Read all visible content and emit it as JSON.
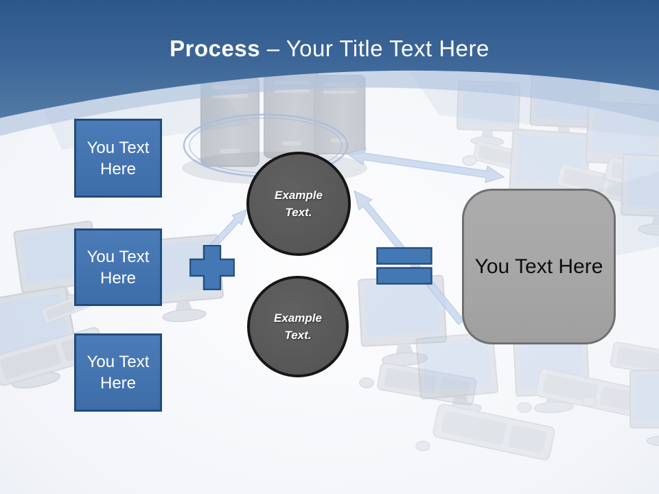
{
  "title": {
    "bold": "Process",
    "rest": " – Your Title Text Here"
  },
  "left_boxes": [
    {
      "label": "You Text Here"
    },
    {
      "label": "You Text Here"
    },
    {
      "label": "You Text Here"
    }
  ],
  "operators": [
    {
      "type": "plus"
    },
    {
      "type": "equals"
    }
  ],
  "circles": [
    {
      "label": "Example Text."
    },
    {
      "label": "Example Text."
    }
  ],
  "result_box": {
    "label": "You Text Here"
  },
  "background": {
    "illustration": "faded 3d render of computer workstations arranged in a ring around server towers with blue network arrows"
  },
  "colors": {
    "header_blue_top": "#2c578b",
    "header_blue_bottom": "#527aa6",
    "curve_band_blue": "#aec2dd",
    "accent_blue_fill": "#4478b5",
    "accent_blue_border": "#1f4c7c",
    "circle_gray": "#595959",
    "circle_border": "#161616",
    "result_gray": "#a6a6a6",
    "result_border": "#6f6f6f",
    "arrow_light_blue": "#c9d8ee",
    "title_text": "#ffffff"
  }
}
